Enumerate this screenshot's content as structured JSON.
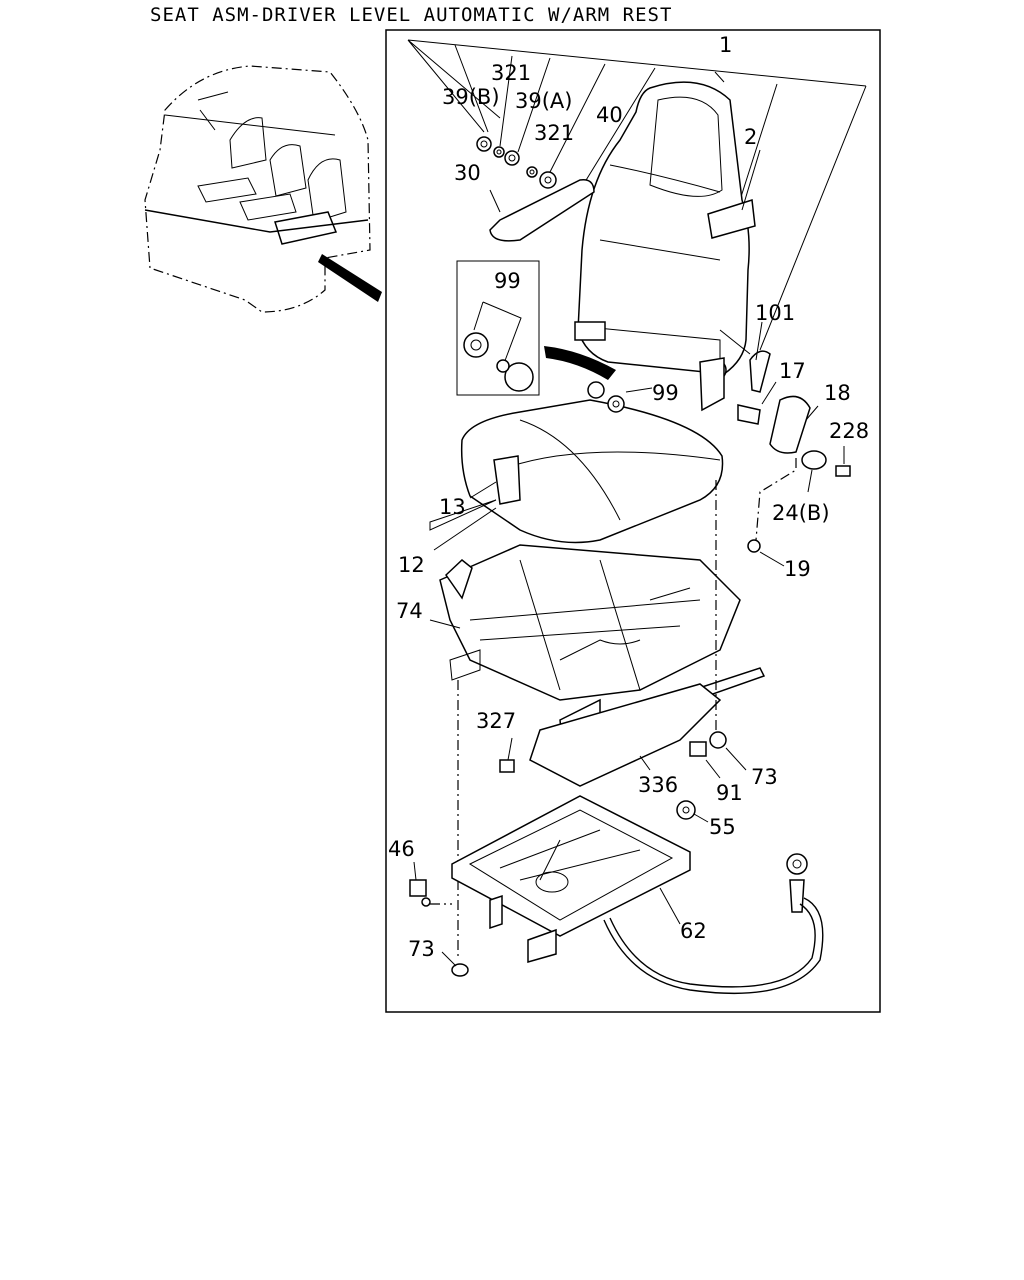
{
  "title": "SEAT ASM-DRIVER LEVEL AUTOMATIC W/ARM REST",
  "callouts": {
    "c1": "1",
    "c2": "2",
    "c321a": "321",
    "c39b": "39(B)",
    "c39a": "39(A)",
    "c321b": "321",
    "c40": "40",
    "c30": "30",
    "c99a": "99",
    "c99b": "99",
    "c101": "101",
    "c17": "17",
    "c18": "18",
    "c228": "228",
    "c24b": "24(B)",
    "c13": "13",
    "c12": "12",
    "c19": "19",
    "c74": "74",
    "c327": "327",
    "c336": "336",
    "c91": "91",
    "c73a": "73",
    "c55": "55",
    "c46": "46",
    "c62": "62",
    "c73b": "73"
  }
}
